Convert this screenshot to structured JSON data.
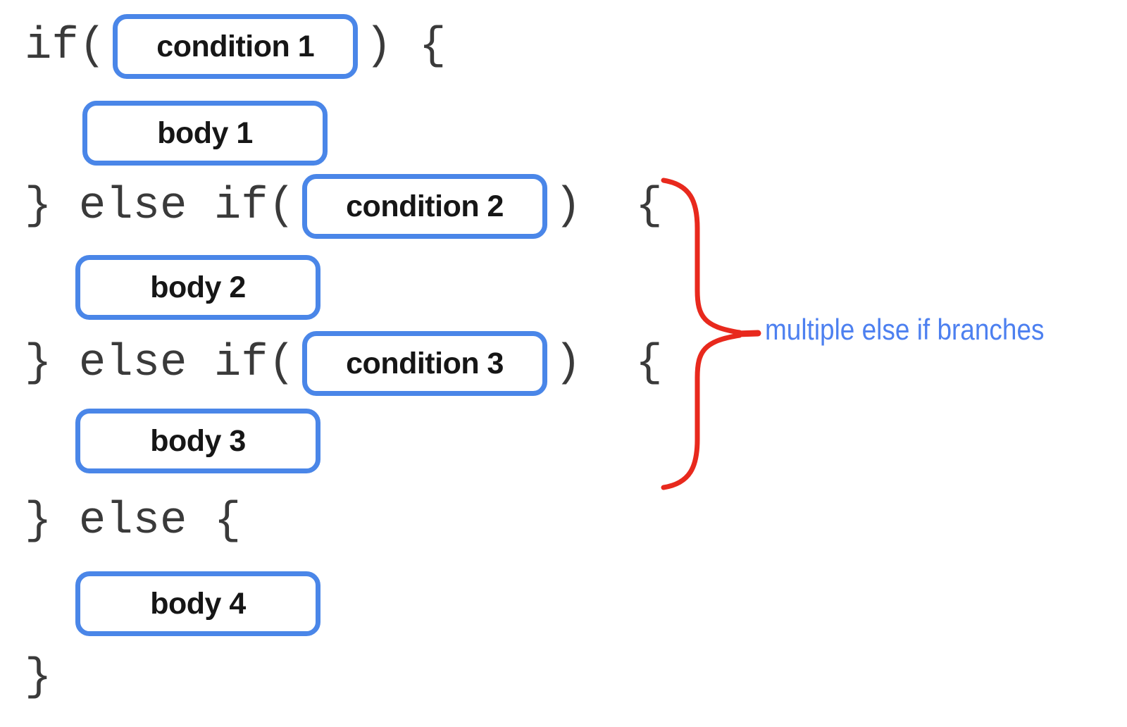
{
  "diagram": {
    "rows": [
      {
        "pre": "if(",
        "box": "condition 1",
        "post": ") {"
      },
      {
        "box": "body 1"
      },
      {
        "pre": "} else if(",
        "box": "condition 2",
        "post": ")  {"
      },
      {
        "box": "body 2"
      },
      {
        "pre": "} else if(",
        "box": "condition 3",
        "post": ")  {"
      },
      {
        "box": "body 3"
      },
      {
        "pre": "} else {"
      },
      {
        "box": "body 4"
      },
      {
        "pre": "}"
      }
    ],
    "annotation": {
      "text": "multiple else if branches"
    },
    "colors": {
      "box_border": "#4a86e8",
      "code_text": "#3a3a3a",
      "label_text": "#161616",
      "brace": "#e8291d",
      "annotation_text": "#4d80f0",
      "background": "#ffffff"
    }
  }
}
